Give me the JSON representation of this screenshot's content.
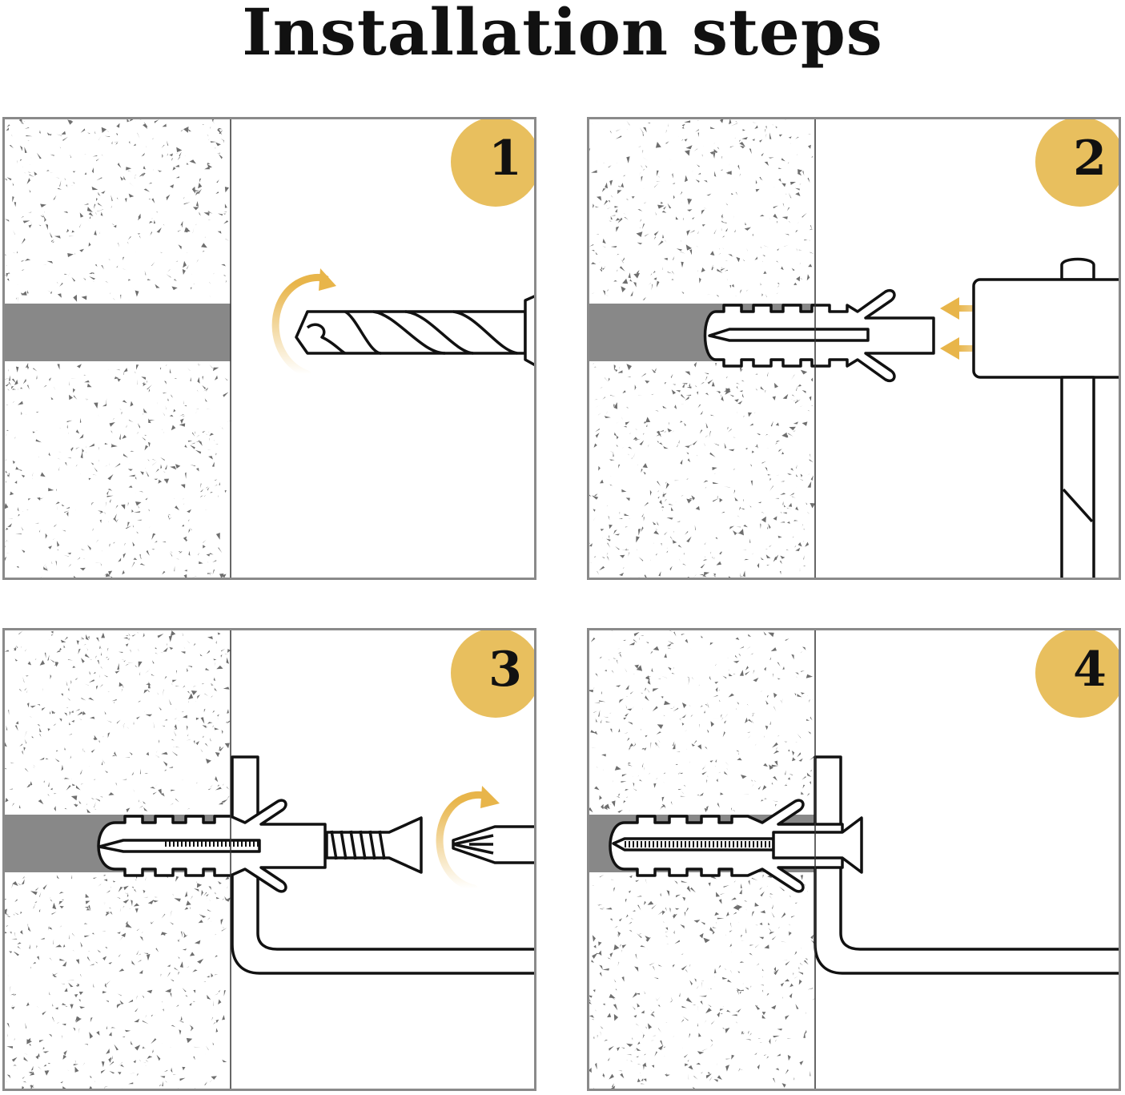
{
  "title": "Installation steps",
  "colors": {
    "badge": "#e8bf5e",
    "arrow": "#e8b54a",
    "wall_hole": "#888888",
    "wall_speckle": "#6e6e6e",
    "outline": "#111111",
    "panel_border": "#8a8a8a"
  },
  "steps": [
    {
      "number": "1",
      "action": "drill-hole",
      "icons": [
        "wall-icon",
        "drill-bit-icon",
        "rotate-arrow-icon"
      ]
    },
    {
      "number": "2",
      "action": "hammer-in-plug",
      "icons": [
        "wall-icon",
        "wall-plug-icon",
        "hammer-icon",
        "push-arrow-icon"
      ]
    },
    {
      "number": "3",
      "action": "drive-screw",
      "icons": [
        "wall-icon",
        "wall-plug-icon",
        "bracket-icon",
        "screw-icon",
        "screwdriver-icon",
        "rotate-arrow-icon"
      ]
    },
    {
      "number": "4",
      "action": "installed",
      "icons": [
        "wall-icon",
        "wall-plug-icon",
        "bracket-icon",
        "screw-icon"
      ]
    }
  ]
}
